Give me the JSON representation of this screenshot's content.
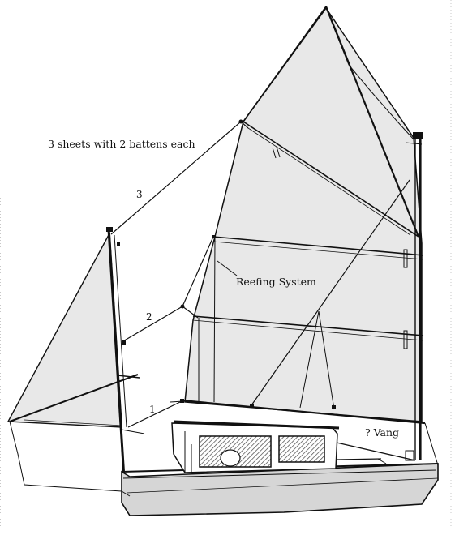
{
  "annotations": {
    "sheets_note": "3 sheets with 2 battens each",
    "sheet_3": "3",
    "sheet_2": "2",
    "sheet_1": "1",
    "reefing": "Reefing System",
    "vang": "? Vang"
  },
  "colors": {
    "sail_fill": "#e8e8e8",
    "line": "#111111",
    "hull_fill": "#d6d6d6",
    "window_hatch": "#555555",
    "border_dots": "#c8c8c8"
  }
}
